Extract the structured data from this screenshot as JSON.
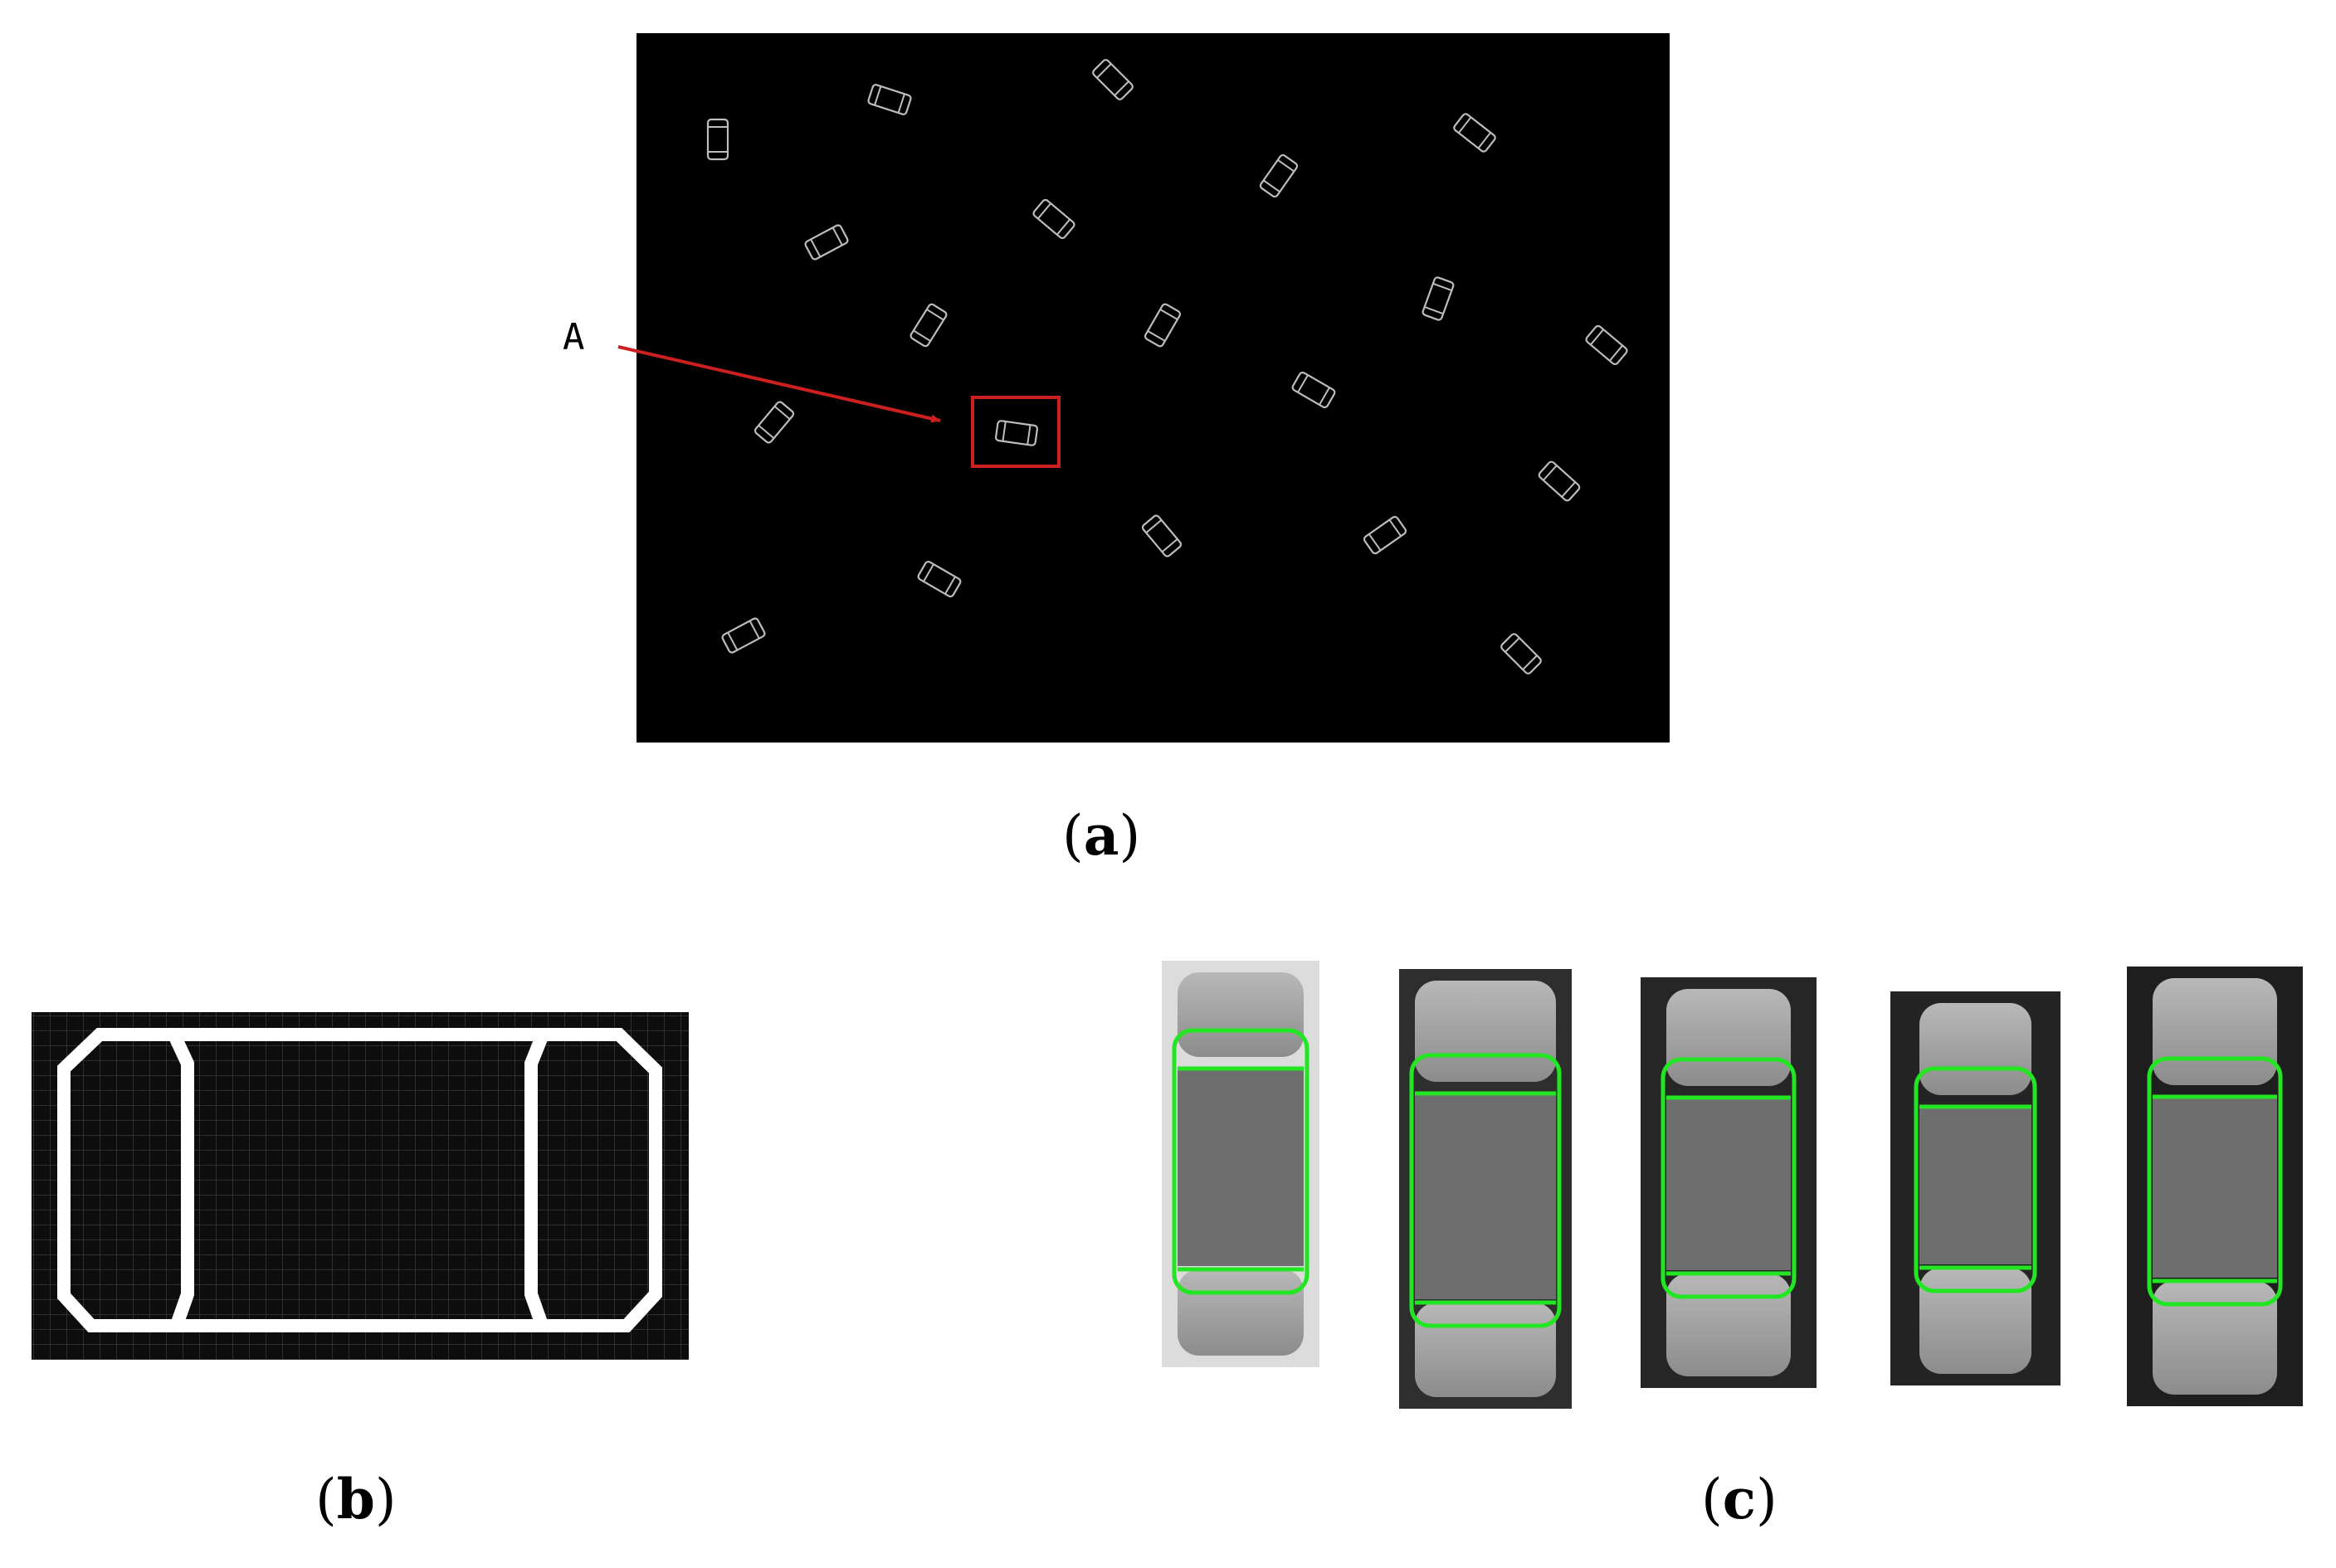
{
  "panel_a": {
    "caption_label": "a",
    "callout_letter": "A",
    "background": "#000000",
    "component_outline": "#bdbdbd",
    "highlight_color": "#cc1f1f"
  },
  "panel_b": {
    "caption_label": "b",
    "background": "#0d0d0d",
    "grid_color": "#3a3a3a",
    "outline_color": "#ffffff"
  },
  "panel_c": {
    "caption_label": "c",
    "contour_color": "#22e622",
    "chip_count": 5
  }
}
